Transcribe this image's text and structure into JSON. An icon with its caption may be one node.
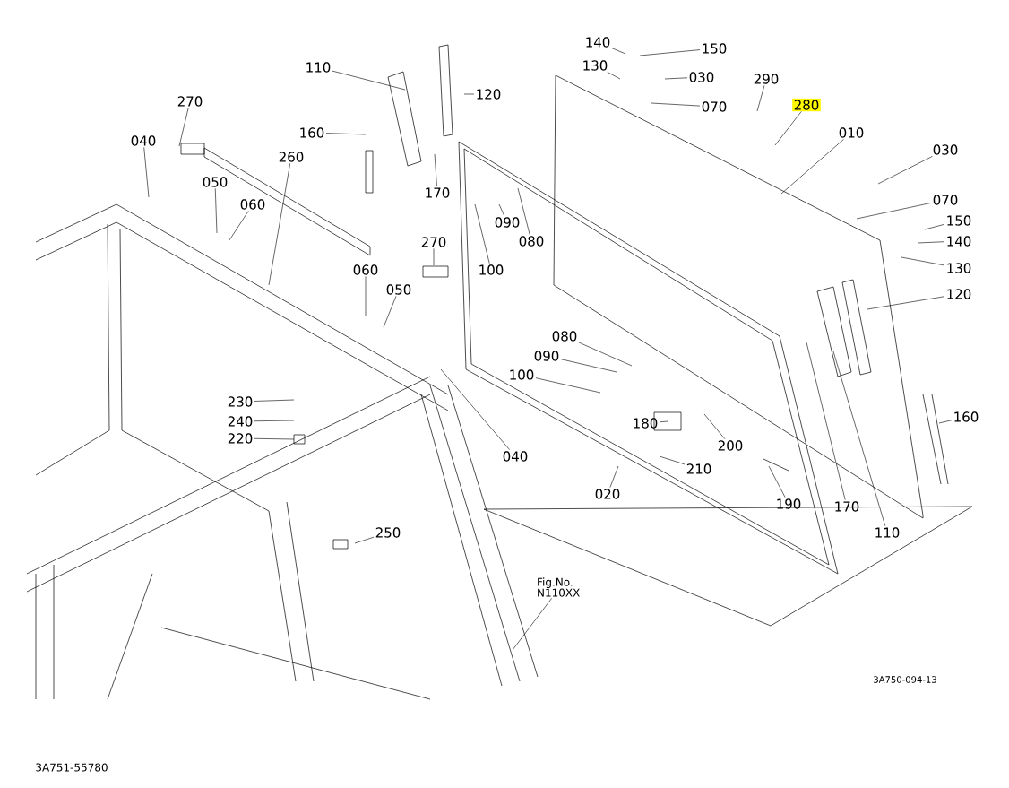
{
  "diagram": {
    "nodes": [
      {
        "text": [
          "110"
        ]
      },
      {
        "text": [
          "120"
        ]
      },
      {
        "text": [
          "160"
        ]
      },
      {
        "text": [
          "270"
        ]
      },
      {
        "text": [
          "260"
        ]
      },
      {
        "text": [
          "040"
        ]
      },
      {
        "text": [
          "050"
        ]
      },
      {
        "text": [
          "060"
        ]
      },
      {
        "text": [
          "170"
        ]
      },
      {
        "text": [
          "140"
        ]
      },
      {
        "text": [
          "150"
        ]
      },
      {
        "text": [
          "130"
        ]
      },
      {
        "text": [
          "030"
        ]
      },
      {
        "text": [
          "070"
        ]
      },
      {
        "text": [
          "290"
        ]
      },
      {
        "text": [
          "280"
        ]
      },
      {
        "text": [
          "010"
        ]
      },
      {
        "text": [
          "030"
        ]
      },
      {
        "text": [
          "070"
        ]
      },
      {
        "text": [
          "150"
        ]
      },
      {
        "text": [
          "140"
        ]
      },
      {
        "text": [
          "130"
        ]
      },
      {
        "text": [
          "120"
        ]
      },
      {
        "text": [
          "090"
        ]
      },
      {
        "text": [
          "080"
        ]
      },
      {
        "text": [
          "100"
        ]
      },
      {
        "text": [
          "270"
        ]
      },
      {
        "text": [
          "060"
        ]
      },
      {
        "text": [
          "050"
        ]
      },
      {
        "text": [
          "080"
        ]
      },
      {
        "text": [
          "090"
        ]
      },
      {
        "text": [
          "100"
        ]
      },
      {
        "text": [
          "230"
        ]
      },
      {
        "text": [
          "240"
        ]
      },
      {
        "text": [
          "220"
        ]
      },
      {
        "text": [
          "040"
        ]
      },
      {
        "text": [
          "180"
        ]
      },
      {
        "text": [
          "200"
        ]
      },
      {
        "text": [
          "210"
        ]
      },
      {
        "text": [
          "020"
        ]
      },
      {
        "text": [
          "190"
        ]
      },
      {
        "text": [
          "170"
        ]
      },
      {
        "text": [
          "110"
        ]
      },
      {
        "text": [
          "160"
        ]
      },
      {
        "text": [
          "250"
        ]
      },
      {
        "text": [
          "Fig.No. N110XX"
        ]
      }
    ],
    "edges": [
      {
        "from": 0,
        "to": null,
        "arrow": "none"
      },
      {
        "from": 1,
        "to": null,
        "arrow": "none"
      },
      {
        "from": 2,
        "to": null,
        "arrow": "none"
      },
      {
        "from": 3,
        "to": null,
        "arrow": "none"
      },
      {
        "from": 4,
        "to": null,
        "arrow": "none"
      },
      {
        "from": 5,
        "to": null,
        "arrow": "none"
      },
      {
        "from": 6,
        "to": null,
        "arrow": "none"
      },
      {
        "from": 7,
        "to": null,
        "arrow": "none"
      },
      {
        "from": 8,
        "to": null,
        "arrow": "none"
      },
      {
        "from": 9,
        "to": null,
        "arrow": "none"
      },
      {
        "from": 10,
        "to": null,
        "arrow": "none"
      },
      {
        "from": 11,
        "to": null,
        "arrow": "none"
      },
      {
        "from": 12,
        "to": null,
        "arrow": "none"
      },
      {
        "from": 13,
        "to": null,
        "arrow": "none"
      },
      {
        "from": 14,
        "to": null,
        "arrow": "none"
      },
      {
        "from": 15,
        "to": null,
        "arrow": "none"
      },
      {
        "from": 16,
        "to": null,
        "arrow": "none"
      },
      {
        "from": 17,
        "to": null,
        "arrow": "none"
      },
      {
        "from": 18,
        "to": null,
        "arrow": "none"
      },
      {
        "from": 19,
        "to": null,
        "arrow": "none"
      },
      {
        "from": 20,
        "to": null,
        "arrow": "none"
      },
      {
        "from": 21,
        "to": null,
        "arrow": "none"
      },
      {
        "from": 22,
        "to": null,
        "arrow": "none"
      },
      {
        "from": 23,
        "to": null,
        "arrow": "none"
      },
      {
        "from": 24,
        "to": null,
        "arrow": "none"
      },
      {
        "from": 25,
        "to": null,
        "arrow": "none"
      },
      {
        "from": 26,
        "to": null,
        "arrow": "none"
      },
      {
        "from": 27,
        "to": null,
        "arrow": "none"
      },
      {
        "from": 28,
        "to": null,
        "arrow": "none"
      },
      {
        "from": 29,
        "to": null,
        "arrow": "none"
      },
      {
        "from": 30,
        "to": null,
        "arrow": "none"
      },
      {
        "from": 31,
        "to": null,
        "arrow": "none"
      },
      {
        "from": 32,
        "to": null,
        "arrow": "none"
      },
      {
        "from": 33,
        "to": null,
        "arrow": "none"
      },
      {
        "from": 34,
        "to": null,
        "arrow": "none"
      },
      {
        "from": 35,
        "to": null,
        "arrow": "none"
      },
      {
        "from": 36,
        "to": null,
        "arrow": "none"
      },
      {
        "from": 37,
        "to": null,
        "arrow": "none"
      },
      {
        "from": 38,
        "to": null,
        "arrow": "none"
      },
      {
        "from": 39,
        "to": null,
        "arrow": "none"
      },
      {
        "from": 40,
        "to": null,
        "arrow": "none"
      },
      {
        "from": 41,
        "to": null,
        "arrow": "none"
      },
      {
        "from": 42,
        "to": null,
        "arrow": "none"
      },
      {
        "from": 43,
        "to": null,
        "arrow": "none"
      },
      {
        "from": 44,
        "to": null,
        "arrow": "none"
      },
      {
        "from": 45,
        "to": null,
        "arrow": "none"
      }
    ],
    "labels": [
      "3A750-094-13",
      "3A751-55780"
    ]
  }
}
